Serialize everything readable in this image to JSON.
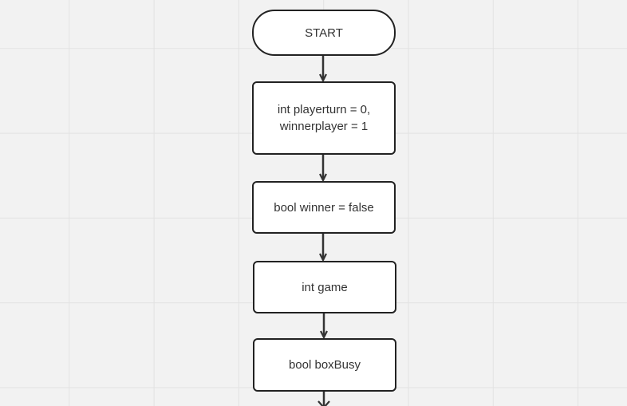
{
  "flowchart": {
    "nodes": [
      {
        "id": "start",
        "shape": "terminal",
        "label": "START"
      },
      {
        "id": "init-turn",
        "shape": "process",
        "label": "int playerturn = 0,\nwinnerplayer = 1"
      },
      {
        "id": "init-winner",
        "shape": "process",
        "label": "bool winner = false"
      },
      {
        "id": "decl-game",
        "shape": "process",
        "label": "int game"
      },
      {
        "id": "decl-boxbusy",
        "shape": "process",
        "label": "bool boxBusy"
      }
    ],
    "edges": [
      {
        "from": "start",
        "to": "init-turn"
      },
      {
        "from": "init-turn",
        "to": "init-winner"
      },
      {
        "from": "init-winner",
        "to": "decl-game"
      },
      {
        "from": "decl-game",
        "to": "decl-boxbusy"
      },
      {
        "from": "decl-boxbusy",
        "to": "next"
      }
    ]
  },
  "colors": {
    "canvas": "#f2f2f2",
    "grid": "#e2e2e2",
    "node_fill": "#ffffff",
    "node_border": "#222222",
    "text": "#333333",
    "connector": "#333333"
  }
}
